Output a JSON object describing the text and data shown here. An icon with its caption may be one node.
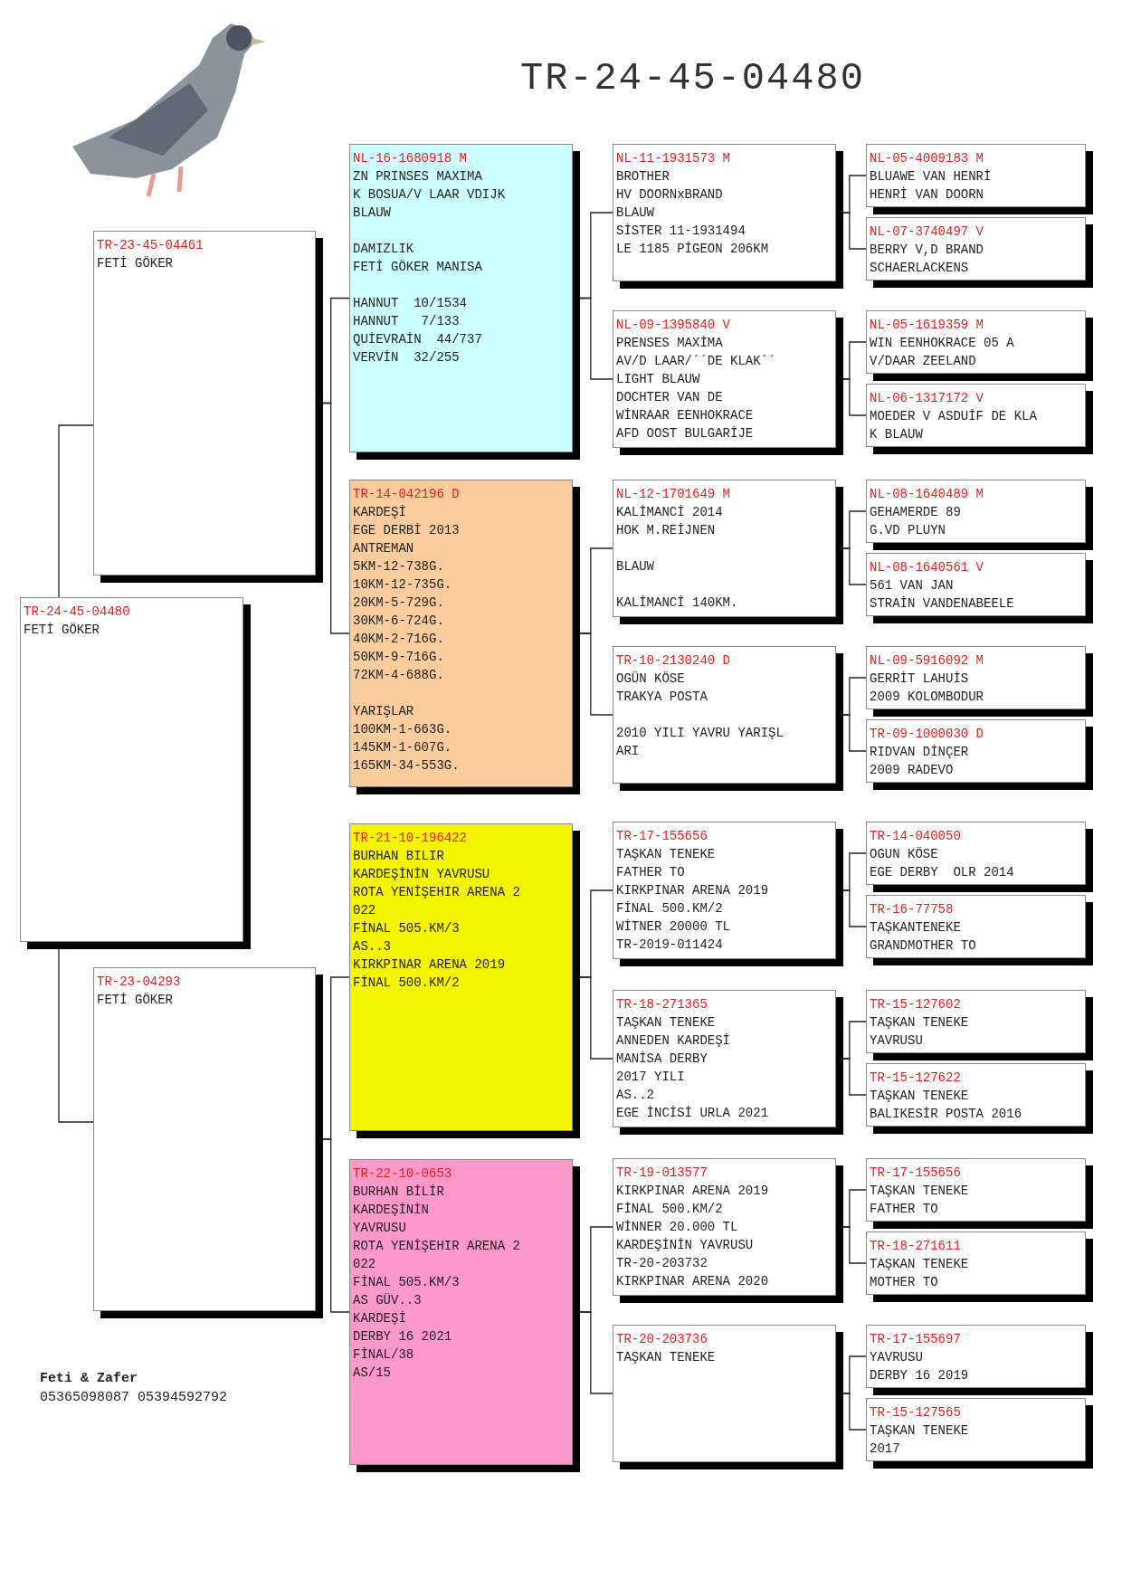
{
  "diagram": {
    "title": "TR-24-45-04480",
    "nodes": [
      {
        "text": [
          "TR-24-45-04480",
          "FETİ GÖKER"
        ]
      },
      {
        "text": [
          "TR-23-45-04461",
          "FETİ GÖKER"
        ]
      },
      {
        "text": [
          "TR-23-04293",
          "FETİ GÖKER"
        ]
      },
      {
        "text": [
          "NL-16-1680918 M",
          "ZN PRINSES MAXIMA",
          "K BOSUA/V LAAR VDIJK",
          "BLAUW",
          "DAMIZLIK",
          "FETİ GÖKER MANISA",
          "HANNUT  10/1534",
          "HANNUT   7/133",
          "QUİEVRAİN  44/737",
          "VERVİN  32/255"
        ]
      },
      {
        "text": [
          "TR-14-042196 D",
          "KARDEŞİ",
          "EGE DERBİ 2013",
          "ANTREMAN",
          "5KM-12-738G.",
          "10KM-12-735G.",
          "20KM-5-729G.",
          "30KM-6-724G.",
          "40KM-2-716G.",
          "50KM-9-716G.",
          "72KM-4-688G.",
          "YARIŞLAR",
          "100KM-1-663G.",
          "145KM-1-607G.",
          "165KM-34-553G."
        ]
      },
      {
        "text": [
          "TR-21-10-196422",
          "BURHAN BILIR",
          "KARDEŞİNİN YAVRUSU",
          "ROTA YENİŞEHIR ARENA 2",
          "022",
          "FİNAL 505.KM/3",
          "AS..3",
          "KIRKPINAR ARENA 2019",
          "FİNAL 500.KM/2"
        ]
      },
      {
        "text": [
          "TR-22-10-0653",
          "BURHAN BİLİR",
          "KARDEŞİNİN",
          "YAVRUSU",
          "ROTA YENİŞEHIR ARENA 2",
          "022",
          "FİNAL 505.KM/3",
          "AS GÜV..3",
          "KARDEŞİ",
          "DERBY 16 2021",
          "FİNAL/38",
          "AS/15"
        ]
      },
      {
        "text": [
          "NL-11-1931573 M",
          "BROTHER",
          "HV DOORNxBRAND",
          "BLAUW",
          "SİSTER 11-1931494",
          "LE 1185 PİGEON 206KM"
        ]
      },
      {
        "text": [
          "NL-09-1395840 V",
          "PRENSES MAXİMA",
          "AV/D LAAR/´´DE KLAK´´",
          "LIGHT BLAUW",
          "DOCHTER VAN DE",
          "WİNRAAR EENHOKRACE",
          "AFD OOST BULGARİJE"
        ]
      },
      {
        "text": [
          "NL-12-1701649 M",
          "KALİMANCİ 2014",
          "HOK M.REİJNEN",
          "BLAUW",
          "KALİMANCİ 140KM."
        ]
      },
      {
        "text": [
          "TR-10-2130240 D",
          "OGÜN KÖSE",
          "TRAKYA POSTA",
          "2010 YILI YAVRU YARIŞL",
          "ARI"
        ]
      },
      {
        "text": [
          "TR-17-155656",
          "TAŞKAN TENEKE",
          "FATHER TO",
          "KIRKPINAR ARENA 2019",
          "FİNAL 500.KM/2",
          "WİTNER 20000 TL",
          "TR-2019-011424"
        ]
      },
      {
        "text": [
          "TR-18-271365",
          "TAŞKAN TENEKE",
          "ANNEDEN KARDEŞİ",
          "MANİSA DERBY",
          "2017 YILI",
          "AS..2",
          "EGE İNCİSİ URLA 2021"
        ]
      },
      {
        "text": [
          "TR-19-013577",
          "KIRKPINAR ARENA 2019",
          "FİNAL 500.KM/2",
          "WİNNER 20.000 TL",
          "KARDEŞİNİN YAVRUSU",
          "TR-20-203732",
          "KIRKPINAR ARENA 2020"
        ]
      },
      {
        "text": [
          "TR-20-203736",
          "TAŞKAN TENEKE"
        ]
      },
      {
        "text": [
          "NL-05-4009183 M",
          "BLUAWE VAN HENRİ",
          "HENRİ VAN DOORN"
        ]
      },
      {
        "text": [
          "NL-07-3740497 V",
          "BERRY V,D BRAND",
          "SCHAERLACKENS"
        ]
      },
      {
        "text": [
          "NL-05-1619359 M",
          "WIN EENHOKRACE 05 A",
          "V/DAAR ZEELAND"
        ]
      },
      {
        "text": [
          "NL-06-1317172 V",
          "MOEDER V ASDUİF DE KLA",
          "K BLAUW"
        ]
      },
      {
        "text": [
          "NL-08-1640489 M",
          "GEHAMERDE 89",
          "G.VD PLUYN"
        ]
      },
      {
        "text": [
          "NL-08-1640561 V",
          "561 VAN JAN",
          "STRAİN VANDENABEELE"
        ]
      },
      {
        "text": [
          "NL-09-5916092 M",
          "GERRİT LAHUİS",
          "2009 KOLOMBODUR"
        ]
      },
      {
        "text": [
          "TR-09-1000030 D",
          "RIDVAN DİNÇER",
          "2009 RADEVO"
        ]
      },
      {
        "text": [
          "TR-14-040050",
          "OGUN KÖSE",
          "EGE DERBY  OLR 2014"
        ]
      },
      {
        "text": [
          "TR-16-77758",
          "TAŞKANTENEKE",
          "GRANDMOTHER TO"
        ]
      },
      {
        "text": [
          "TR-15-127602",
          "TAŞKAN TENEKE",
          "YAVRUSU"
        ]
      },
      {
        "text": [
          "TR-15-127622",
          "TAŞKAN TENEKE",
          "BALIKESİR POSTA 2016"
        ]
      },
      {
        "text": [
          "TR-17-155656",
          "TAŞKAN TENEKE",
          "FATHER TO"
        ]
      },
      {
        "text": [
          "TR-18-271611",
          "TAŞKAN TENEKE",
          "MOTHER TO"
        ]
      },
      {
        "text": [
          "TR-17-155697",
          "YAVRUSU",
          "DERBY 16 2019"
        ]
      },
      {
        "text": [
          "TR-15-127565",
          "TAŞKAN TENEKE",
          "2017"
        ]
      }
    ],
    "edges": [
      {
        "from": 0,
        "to": 1,
        "arrow": "none"
      },
      {
        "from": 0,
        "to": 2,
        "arrow": "none"
      },
      {
        "from": 1,
        "to": 3,
        "arrow": "none"
      },
      {
        "from": 1,
        "to": 4,
        "arrow": "none"
      },
      {
        "from": 2,
        "to": 5,
        "arrow": "none"
      },
      {
        "from": 2,
        "to": 6,
        "arrow": "none"
      },
      {
        "from": 3,
        "to": 7,
        "arrow": "none"
      },
      {
        "from": 3,
        "to": 8,
        "arrow": "none"
      },
      {
        "from": 4,
        "to": 9,
        "arrow": "none"
      },
      {
        "from": 4,
        "to": 10,
        "arrow": "none"
      },
      {
        "from": 5,
        "to": 11,
        "arrow": "none"
      },
      {
        "from": 5,
        "to": 12,
        "arrow": "none"
      },
      {
        "from": 6,
        "to": 13,
        "arrow": "none"
      },
      {
        "from": 6,
        "to": 14,
        "arrow": "none"
      },
      {
        "from": 7,
        "to": 15,
        "arrow": "none"
      },
      {
        "from": 7,
        "to": 16,
        "arrow": "none"
      },
      {
        "from": 8,
        "to": 17,
        "arrow": "none"
      },
      {
        "from": 8,
        "to": 18,
        "arrow": "none"
      },
      {
        "from": 9,
        "to": 19,
        "arrow": "none"
      },
      {
        "from": 9,
        "to": 20,
        "arrow": "none"
      },
      {
        "from": 10,
        "to": 21,
        "arrow": "none"
      },
      {
        "from": 10,
        "to": 22,
        "arrow": "none"
      },
      {
        "from": 11,
        "to": 23,
        "arrow": "none"
      },
      {
        "from": 11,
        "to": 24,
        "arrow": "none"
      },
      {
        "from": 12,
        "to": 25,
        "arrow": "none"
      },
      {
        "from": 12,
        "to": 26,
        "arrow": "none"
      },
      {
        "from": 13,
        "to": 27,
        "arrow": "none"
      },
      {
        "from": 13,
        "to": 28,
        "arrow": "none"
      },
      {
        "from": 14,
        "to": 29,
        "arrow": "none"
      },
      {
        "from": 14,
        "to": 30,
        "arrow": "none"
      }
    ],
    "labels": [
      "Feti & Zafer",
      "05365098087 05394592792"
    ]
  }
}
